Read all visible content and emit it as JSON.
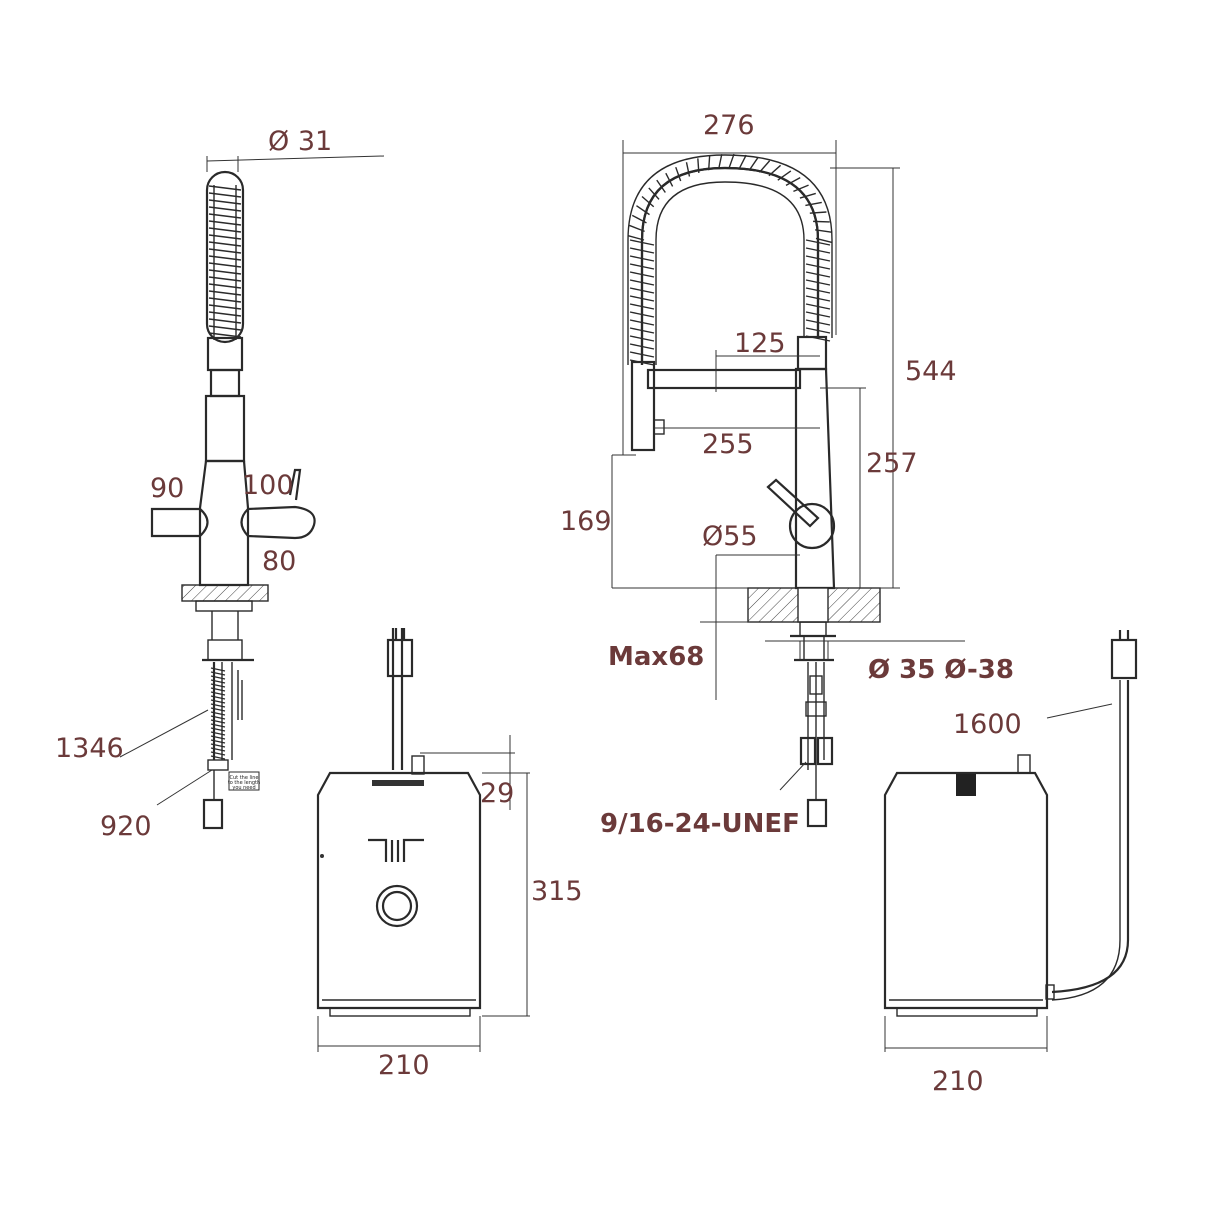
{
  "dimensions": {
    "d31": "Ø 31",
    "d276": "276",
    "d125": "125",
    "d544": "544",
    "d255": "255",
    "d257": "257",
    "d90": "90",
    "d100": "100",
    "d80": "80",
    "d169": "169",
    "d55": "Ø55",
    "max68": "Max68",
    "d35_38": "Ø 35 Ø-38",
    "d1346": "1346",
    "d920": "920",
    "d1600": "1600",
    "d29": "29",
    "d315": "315",
    "d210_left": "210",
    "d210_right": "210",
    "thread": "9/16-24-UNEF"
  },
  "tag": {
    "line1": "Cut the line",
    "line2": "to the length",
    "line3": "you need"
  },
  "colors": {
    "dimension_text": "#6b3a3a",
    "line": "#2a2a2a"
  }
}
